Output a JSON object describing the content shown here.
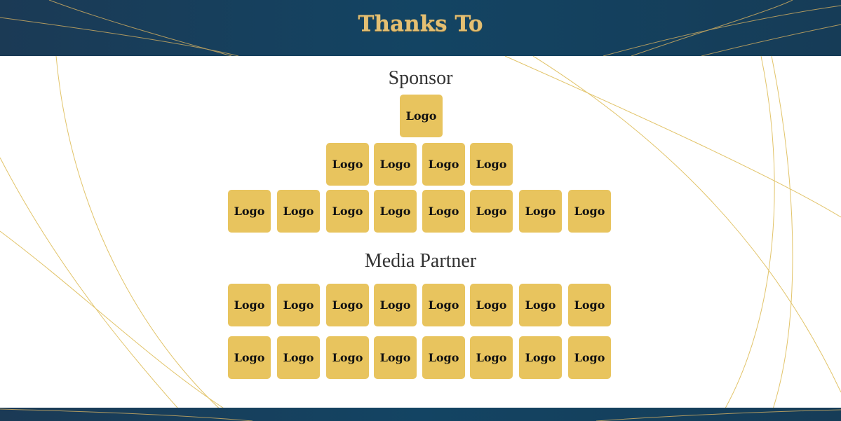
{
  "header": {
    "title": "Thanks To"
  },
  "sponsor": {
    "title": "Sponsor",
    "rows": [
      [
        "Logo"
      ],
      [
        "Logo",
        "Logo",
        "Logo",
        "Logo"
      ],
      [
        "Logo",
        "Logo",
        "Logo",
        "Logo",
        "Logo",
        "Logo",
        "Logo",
        "Logo"
      ]
    ]
  },
  "media_partner": {
    "title": "Media Partner",
    "rows": [
      [
        "Logo",
        "Logo",
        "Logo",
        "Logo",
        "Logo",
        "Logo",
        "Logo",
        "Logo"
      ],
      [
        "Logo",
        "Logo",
        "Logo",
        "Logo",
        "Logo",
        "Logo",
        "Logo",
        "Logo"
      ]
    ]
  },
  "colors": {
    "banner": "#134463",
    "gold": "#e3bf73",
    "logo_tile": "#e8c45e"
  }
}
